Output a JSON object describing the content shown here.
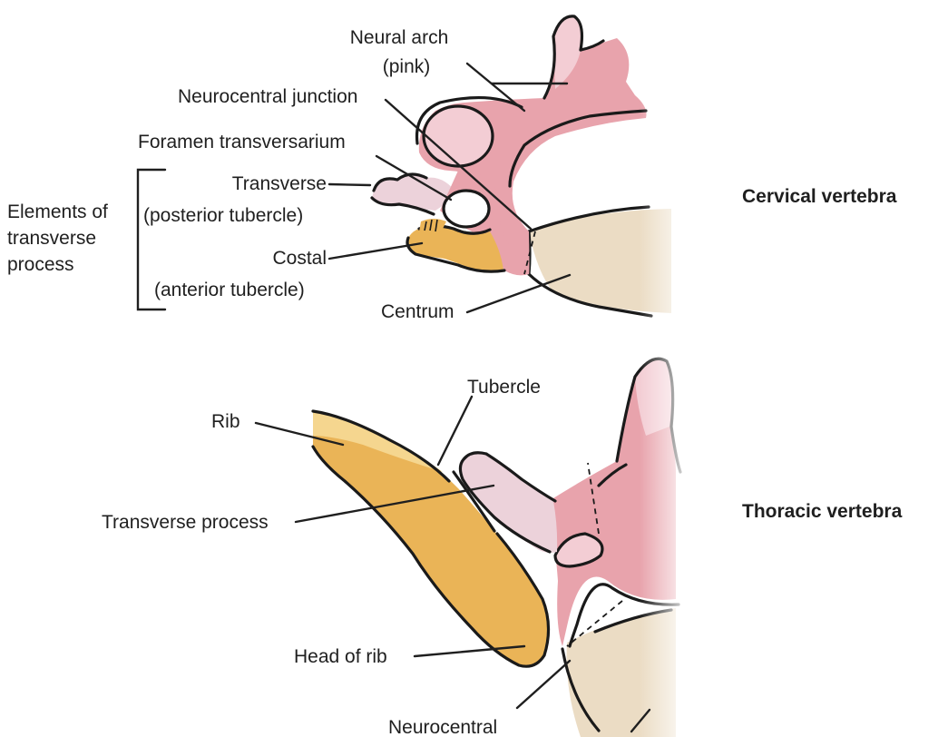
{
  "diagram": {
    "cervical": {
      "title": "Cervical vertebra",
      "labels": {
        "neural_arch": "Neural arch",
        "neural_arch_note": "(pink)",
        "neurocentral_junction": "Neurocentral junction",
        "foramen_transversarium": "Foramen transversarium",
        "transverse": "Transverse",
        "posterior_tubercle": "(posterior tubercle)",
        "costal": "Costal",
        "anterior_tubercle": "(anterior tubercle)",
        "centrum": "Centrum"
      },
      "bracket_label": [
        "Elements of",
        "transverse",
        "process"
      ]
    },
    "thoracic": {
      "title": "Thoracic vertebra",
      "labels": {
        "rib": "Rib",
        "tubercle": "Tubercle",
        "transverse_process": "Transverse process",
        "head_of_rib": "Head of rib",
        "neurocentral": "Neurocentral"
      }
    },
    "colors": {
      "neural_arch_pink": "#e8a3ac",
      "light_pink": "#f3cdd4",
      "transverse_pale": "#ecd2da",
      "costal_orange": "#eab457",
      "centrum_beige": "#ebdcc4",
      "outline": "#1a1a1a"
    }
  }
}
